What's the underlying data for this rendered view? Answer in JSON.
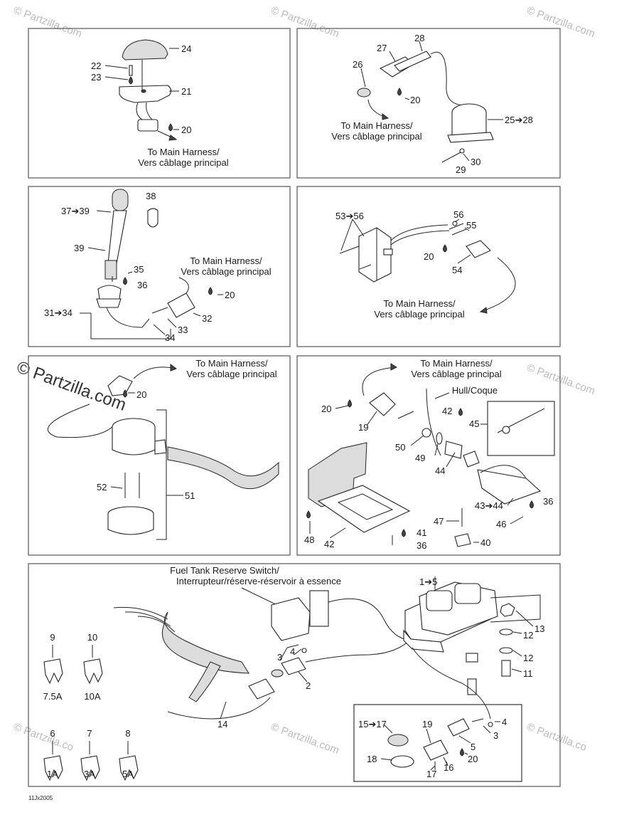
{
  "watermark": {
    "text": "© Partzilla.com",
    "small": "© Partzilla.co"
  },
  "notes": {
    "main_harness_en": "To Main Harness/",
    "main_harness_fr": "Vers câblage principal",
    "hull_coque": "Hull/Coque",
    "fuel_switch_en": "Fuel Tank Reserve Switch/",
    "fuel_switch_fr": "Interrupteur/réserve-réservoir à essence"
  },
  "fuses": [
    {
      "number": "9",
      "rating": "7.5A"
    },
    {
      "number": "10",
      "rating": "10A"
    },
    {
      "number": "6",
      "rating": "1A"
    },
    {
      "number": "7",
      "rating": "3A"
    },
    {
      "number": "8",
      "rating": "5A"
    }
  ],
  "callouts": {
    "p1": [
      "24",
      "22",
      "23",
      "21",
      "20"
    ],
    "p2": [
      "28",
      "27",
      "26",
      "20",
      "25➔28",
      "30",
      "29"
    ],
    "p3": [
      "38",
      "37➔39",
      "39",
      "35",
      "36",
      "31➔34",
      "20",
      "32",
      "33",
      "34"
    ],
    "p4": [
      "53➔56",
      "56",
      "55",
      "20",
      "54"
    ],
    "p5": [
      "20",
      "52",
      "51"
    ],
    "p6": [
      "20",
      "19",
      "42",
      "45",
      "50",
      "49",
      "44",
      "43➔44",
      "36",
      "47",
      "48",
      "42",
      "41",
      "36",
      "40",
      "46"
    ],
    "p7": [
      "1➔5",
      "3",
      "4",
      "2",
      "14",
      "13",
      "12",
      "12",
      "11",
      "15➔17",
      "19",
      "4",
      "3",
      "5",
      "20",
      "16",
      "17",
      "18"
    ]
  },
  "footer": {
    "code": "11Jx2005"
  }
}
